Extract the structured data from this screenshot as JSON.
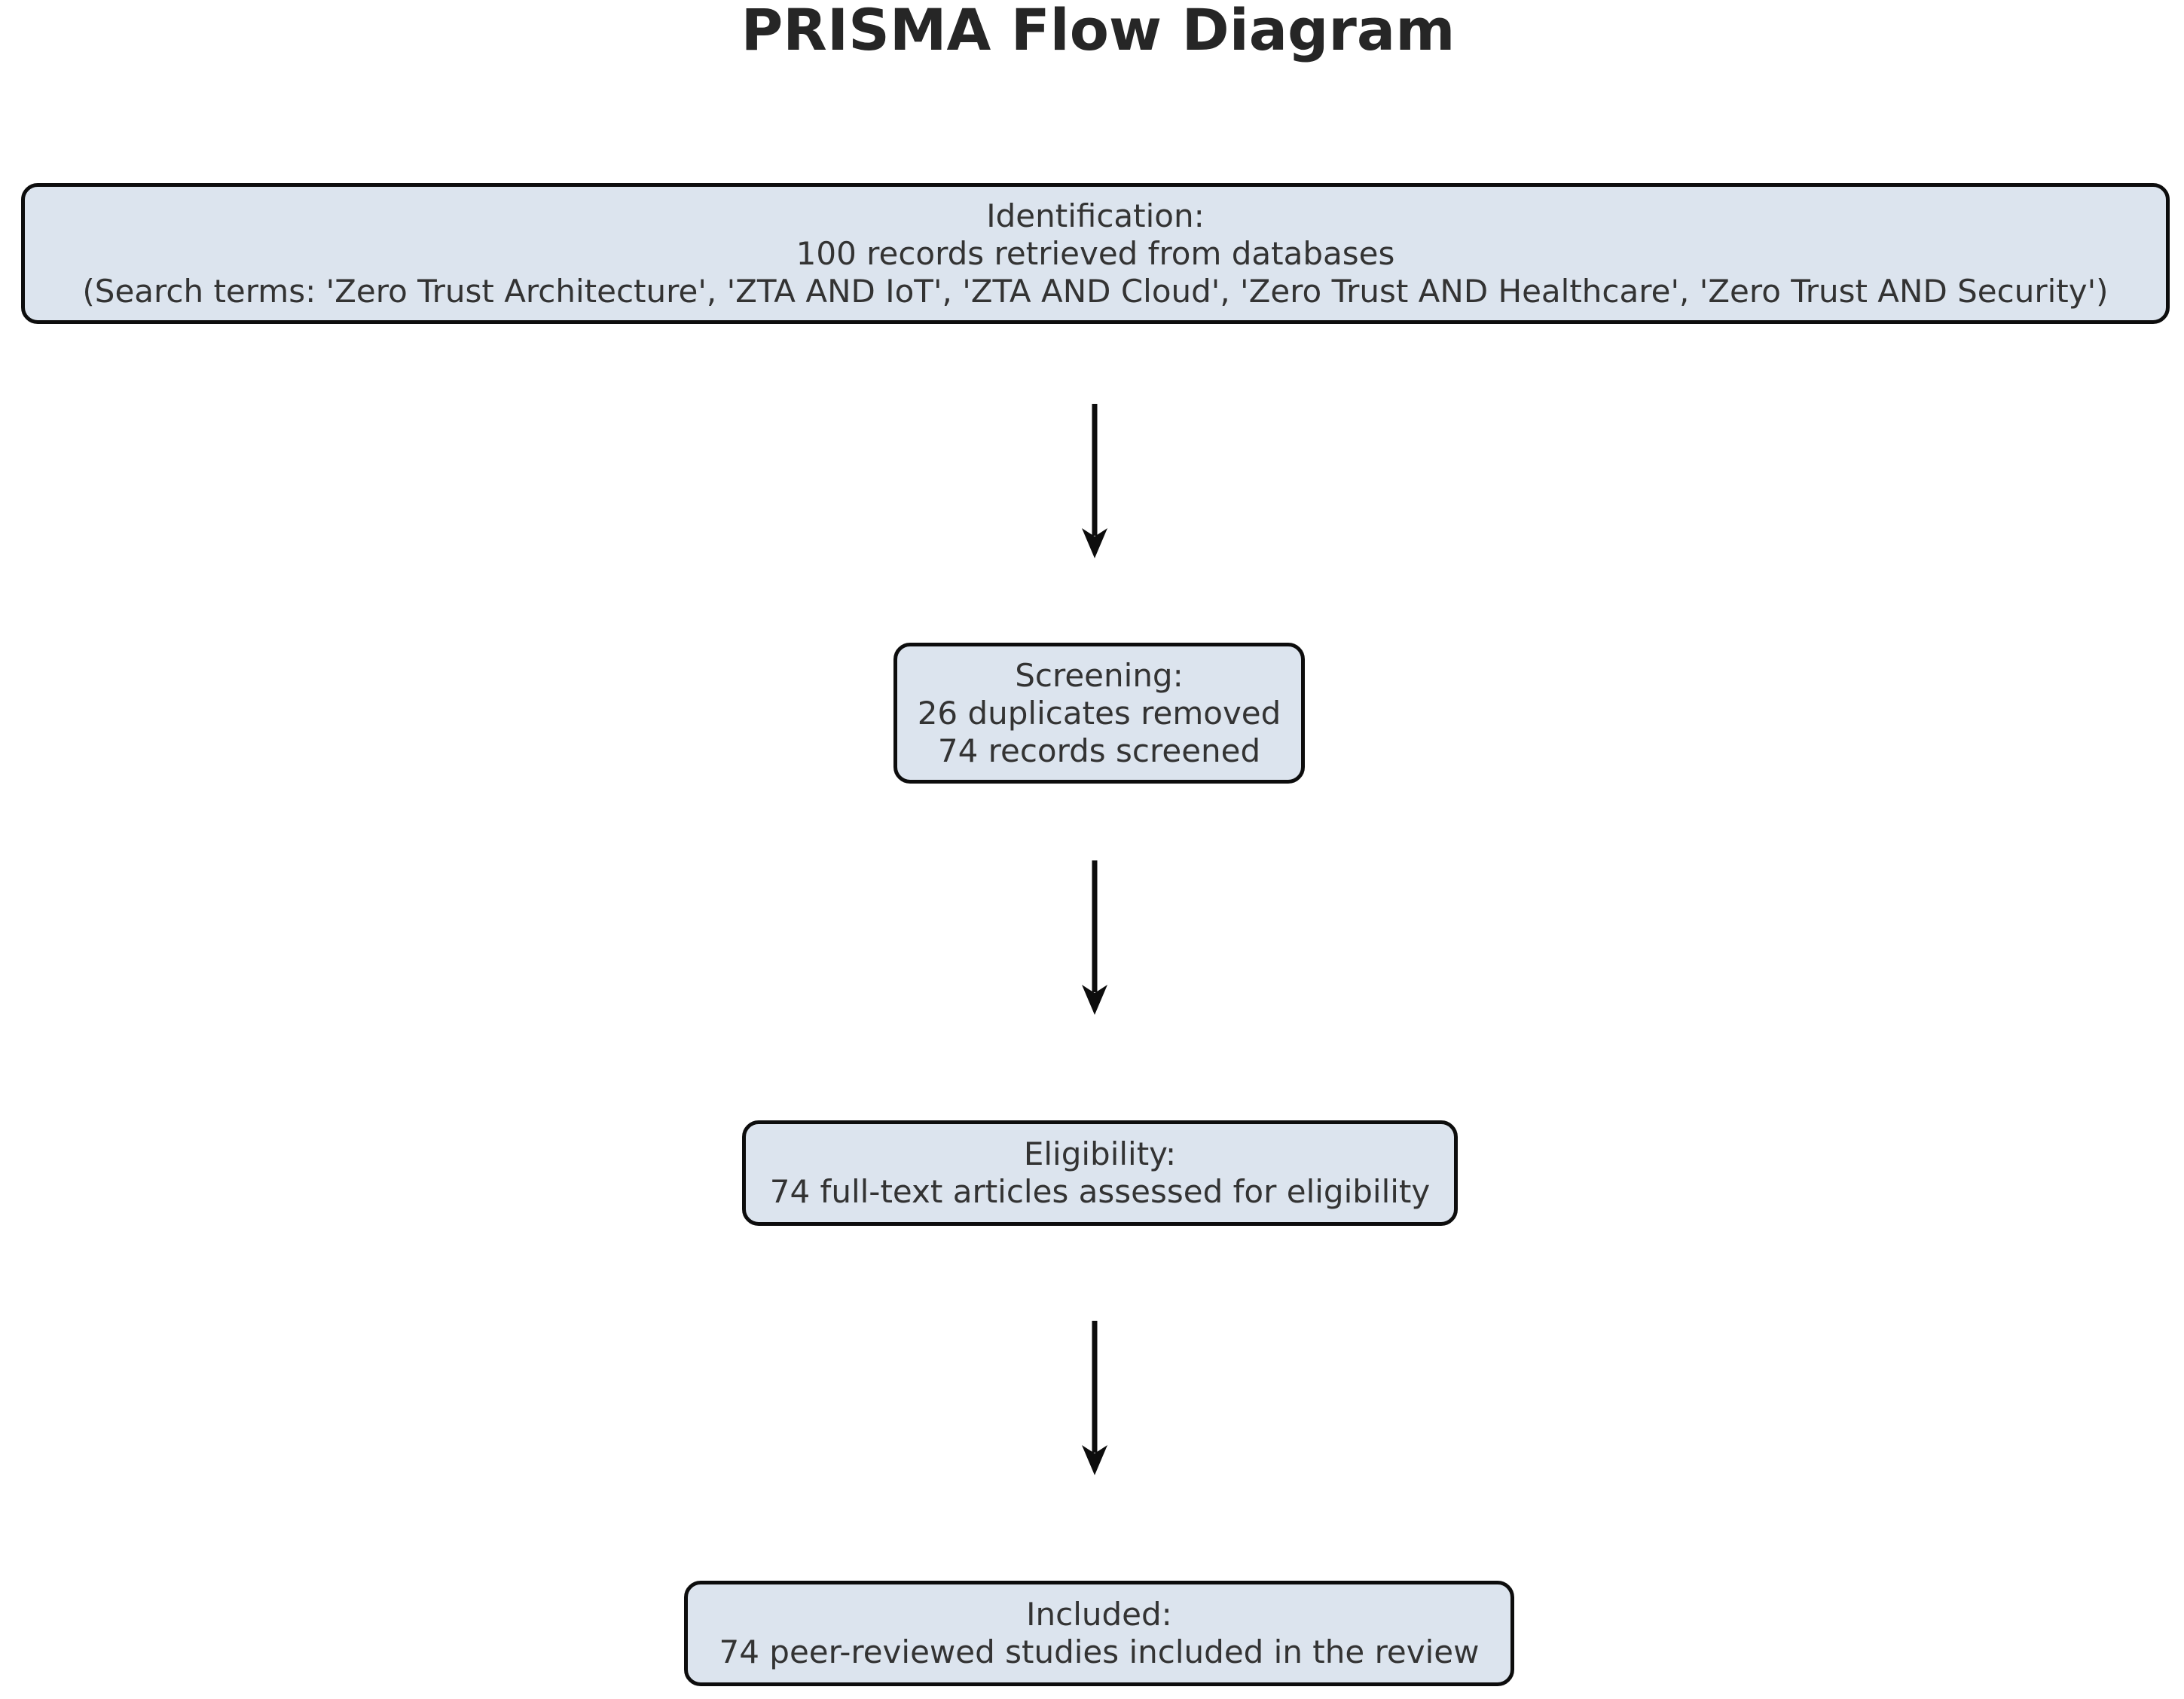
{
  "title": "PRISMA Flow Diagram",
  "colors": {
    "box_fill": "#dce4ee",
    "box_border": "#0d0d0d",
    "text": "#333333",
    "title_text": "#262626",
    "arrow": "#0d0d0d",
    "background": "#ffffff"
  },
  "flow": {
    "boxes": [
      {
        "id": "identification",
        "lines": [
          "Identification:",
          "100 records retrieved from databases",
          "(Search terms: 'Zero Trust Architecture', 'ZTA AND IoT', 'ZTA AND Cloud', 'Zero Trust AND Healthcare', 'Zero Trust AND Security')"
        ]
      },
      {
        "id": "screening",
        "lines": [
          "Screening:",
          "26 duplicates removed",
          "74 records screened"
        ]
      },
      {
        "id": "eligibility",
        "lines": [
          "Eligibility:",
          "74 full-text articles assessed for eligibility"
        ]
      },
      {
        "id": "included",
        "lines": [
          "Included:",
          "74 peer-reviewed studies included in the review"
        ]
      }
    ],
    "arrow_count": 3
  }
}
